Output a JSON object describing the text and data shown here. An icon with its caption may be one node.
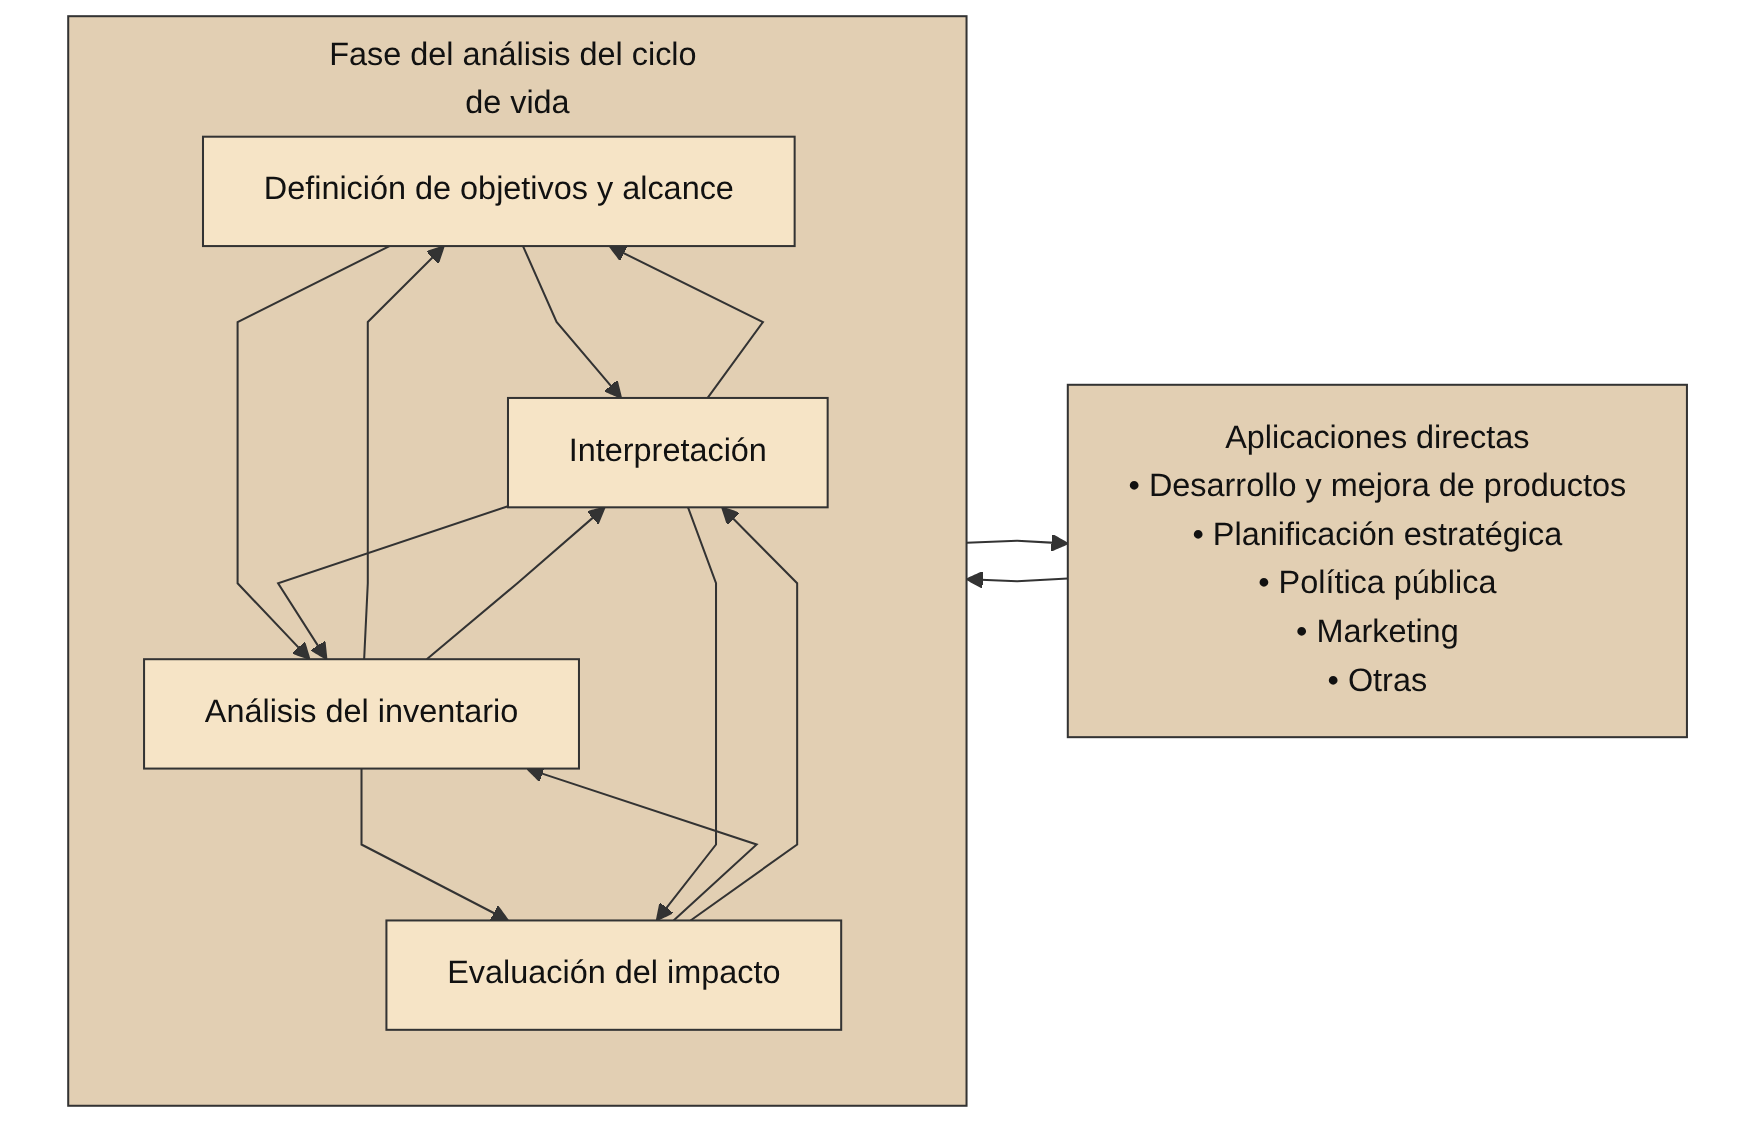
{
  "diagram": {
    "nodes": [
      {
        "text": [
          "Fase del análisis del ciclo de vida"
        ]
      },
      {
        "text": [
          "Definición de objetivos y alcance"
        ],
        "in": 0
      },
      {
        "text": [
          "Análisis del inventario"
        ],
        "in": 0
      },
      {
        "text": [
          "Evaluación del impacto"
        ],
        "in": 0
      },
      {
        "text": [
          "Interpretación"
        ],
        "in": 0
      },
      {
        "text": [
          "Aplicaciones directas",
          "• Desarrollo y mejora de productos",
          "• Planificación estratégica",
          "• Política pública",
          "• Marketing",
          "• Otras"
        ]
      }
    ],
    "edges": [
      {
        "from": 1,
        "to": 4,
        "arrow": "to"
      },
      {
        "from": 4,
        "to": 1,
        "arrow": "to"
      },
      {
        "from": 1,
        "to": 2,
        "arrow": "to"
      },
      {
        "from": 2,
        "to": 1,
        "arrow": "to"
      },
      {
        "from": 2,
        "to": 4,
        "arrow": "to"
      },
      {
        "from": 4,
        "to": 2,
        "arrow": "to"
      },
      {
        "from": 2,
        "to": 3,
        "arrow": "to"
      },
      {
        "from": 3,
        "to": 2,
        "arrow": "to"
      },
      {
        "from": 3,
        "to": 4,
        "arrow": "to"
      },
      {
        "from": 4,
        "to": 3,
        "arrow": "to"
      },
      {
        "from": 0,
        "to": 5,
        "arrow": "to"
      },
      {
        "from": 5,
        "to": 0,
        "arrow": "to"
      }
    ]
  }
}
